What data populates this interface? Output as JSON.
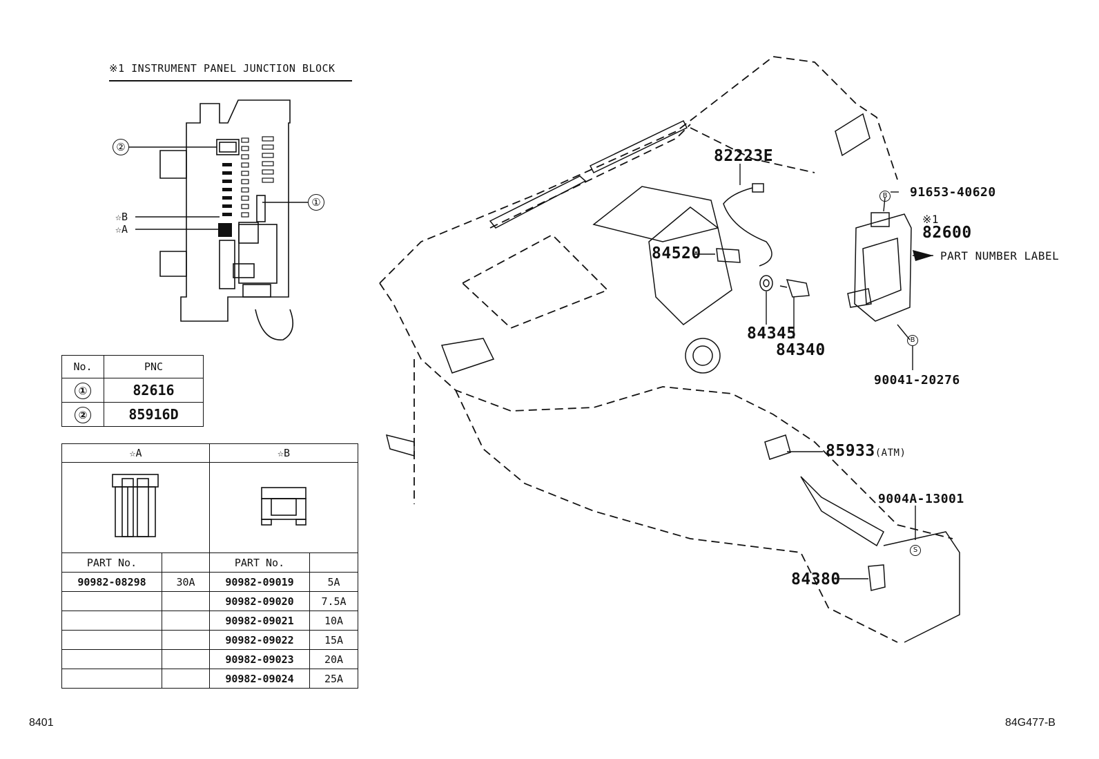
{
  "junction_block": {
    "title": "※1 INSTRUMENT PANEL JUNCTION BLOCK",
    "callout_2": "②",
    "callout_1": "①",
    "star_b": "☆B",
    "star_a": "☆A"
  },
  "pnc_table": {
    "header_no": "No.",
    "header_pnc": "PNC",
    "rows": [
      {
        "no": "①",
        "pnc": "82616"
      },
      {
        "no": "②",
        "pnc": "85916D"
      }
    ]
  },
  "fuse_table": {
    "header_a": "☆A",
    "header_b": "☆B",
    "part_no_label_a": "PART No.",
    "part_no_label_b": "PART No.",
    "a_rows": [
      {
        "part": "90982-08298",
        "amp": "30A"
      }
    ],
    "b_rows": [
      {
        "part": "90982-09019",
        "amp": "5A"
      },
      {
        "part": "90982-09020",
        "amp": "7.5A"
      },
      {
        "part": "90982-09021",
        "amp": "10A"
      },
      {
        "part": "90982-09022",
        "amp": "15A"
      },
      {
        "part": "90982-09023",
        "amp": "20A"
      },
      {
        "part": "90982-09024",
        "amp": "25A"
      }
    ]
  },
  "callouts": {
    "c82223e": "82223E",
    "c84520": "84520",
    "c84345": "84345",
    "c84340": "84340",
    "c91653": "91653-40620",
    "c_b_top": "B",
    "c_ref1": "※1",
    "c82600": "82600",
    "c_part_label": "PART NUMBER LABEL",
    "c_b_bottom": "B",
    "c90041": "90041-20276",
    "c85933": "85933",
    "c85933_note": "(ATM)",
    "c9004a": "9004A-13001",
    "c_s": "S",
    "c84380": "84380"
  },
  "footer": {
    "left": "8401",
    "right": "84G477-B"
  }
}
